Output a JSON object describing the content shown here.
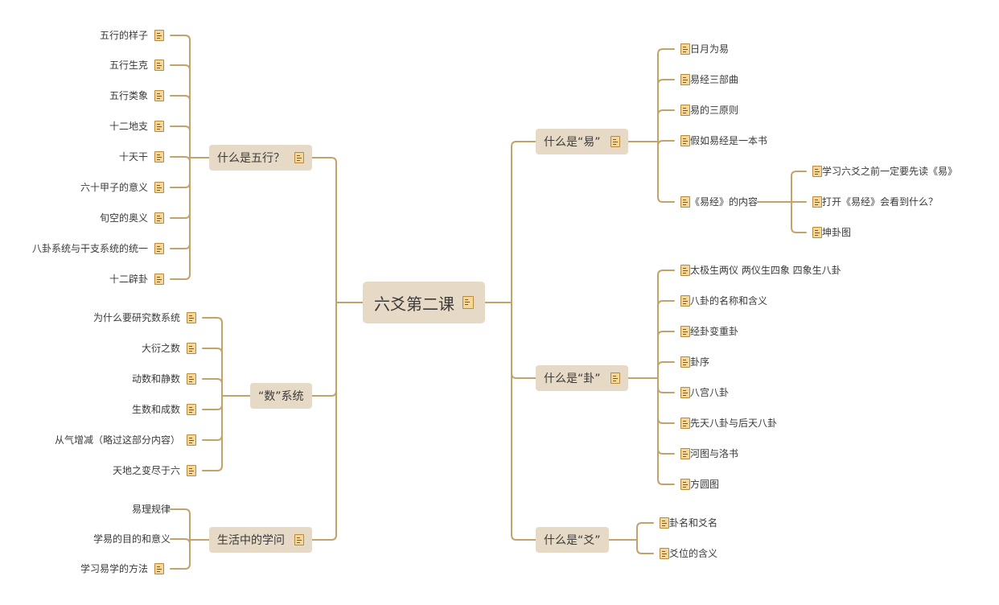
{
  "colors": {
    "line": "#c2a46b",
    "node_bg": "#e6d9c5",
    "note": "#f6d79a"
  },
  "root": {
    "label": "六爻第二课",
    "has_note": true
  },
  "branches": [
    {
      "label": "什么是五行？",
      "side": "left",
      "has_note": true,
      "children": [
        {
          "label": "五行的样子",
          "has_note": true
        },
        {
          "label": "五行生克",
          "has_note": true
        },
        {
          "label": "五行类象",
          "has_note": true
        },
        {
          "label": "十二地支",
          "has_note": true
        },
        {
          "label": "十天干",
          "has_note": true
        },
        {
          "label": "六十甲子的意义",
          "has_note": true
        },
        {
          "label": "旬空的奥义",
          "has_note": true
        },
        {
          "label": "八卦系统与干支系统的统一",
          "has_note": true
        },
        {
          "label": "十二辟卦",
          "has_note": true
        }
      ]
    },
    {
      "label": "“数”系统",
      "side": "left",
      "has_note": false,
      "children": [
        {
          "label": "为什么要研究数系统",
          "has_note": true
        },
        {
          "label": "大衍之数",
          "has_note": true
        },
        {
          "label": "动数和静数",
          "has_note": true
        },
        {
          "label": "生数和成数",
          "has_note": true
        },
        {
          "label": "从气增减（略过这部分内容）",
          "has_note": true
        },
        {
          "label": "天地之变尽于六",
          "has_note": true
        }
      ]
    },
    {
      "label": "生活中的学问",
      "side": "left",
      "has_note": true,
      "children": [
        {
          "label": "易理规律",
          "has_note": false
        },
        {
          "label": "学易的目的和意义",
          "has_note": false
        },
        {
          "label": "学习易学的方法",
          "has_note": true
        }
      ]
    },
    {
      "label": "什么是“易”",
      "side": "right",
      "has_note": true,
      "children": [
        {
          "label": "日月为易",
          "has_note": true
        },
        {
          "label": "易经三部曲",
          "has_note": true
        },
        {
          "label": "易的三原则",
          "has_note": true
        },
        {
          "label": "假如易经是一本书",
          "has_note": true
        },
        {
          "label": "《易经》的内容",
          "has_note": true,
          "children": [
            {
              "label": "学习六爻之前一定要先读《易》",
              "has_note": true
            },
            {
              "label": "打开《易经》会看到什么？",
              "has_note": true
            },
            {
              "label": "坤卦图",
              "has_note": true
            }
          ]
        }
      ]
    },
    {
      "label": "什么是“卦”",
      "side": "right",
      "has_note": true,
      "children": [
        {
          "label": "太极生两仪 两仪生四象 四象生八卦",
          "has_note": true
        },
        {
          "label": "八卦的名称和含义",
          "has_note": true
        },
        {
          "label": "经卦变重卦",
          "has_note": true
        },
        {
          "label": "卦序",
          "has_note": true
        },
        {
          "label": "八宫八卦",
          "has_note": true
        },
        {
          "label": "先天八卦与后天八卦",
          "has_note": true
        },
        {
          "label": "河图与洛书",
          "has_note": true
        },
        {
          "label": "方圆图",
          "has_note": true
        }
      ]
    },
    {
      "label": "什么是“爻”",
      "side": "right",
      "has_note": false,
      "children": [
        {
          "label": "卦名和爻名",
          "has_note": true
        },
        {
          "label": "爻位的含义",
          "has_note": true
        }
      ]
    }
  ]
}
